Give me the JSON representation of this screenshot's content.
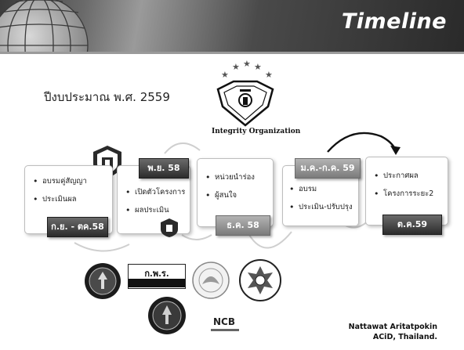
{
  "header": {
    "title": "Timeline"
  },
  "budget_year": "ปีงบประมาณ พ.ศ. 2559",
  "integrity_logo": {
    "caption": "Integrity   Organization"
  },
  "cards": [
    {
      "items": [
        "อบรมคู่สัญญา",
        "ประเมินผล"
      ],
      "tag": "ก.ย. - ตค.58"
    },
    {
      "items": [
        "เปิดตัวโครงการ",
        "ผลประเมิน"
      ],
      "tag": "พ.ย. 58"
    },
    {
      "items": [
        "หน่วยนำร่อง",
        "ผู้สนใจ"
      ],
      "tag": "ธ.ค. 58"
    },
    {
      "items": [
        "อบรม",
        "ประเมิน-ปรับปรุง"
      ],
      "tag": "ม.ค.-ก.ค. 59"
    },
    {
      "items": [
        "ประกาศผล",
        "โครงการระยะ2"
      ],
      "tag": "ต.ค.59"
    }
  ],
  "partner_logos": {
    "kpr_label": "ก.พ.ร.",
    "ncb_label": "NCB"
  },
  "credit": {
    "line1": "Nattawat Aritatpokin",
    "line2": "ACiD, Thailand."
  },
  "colors": {
    "tag_dark": "#3a3a3a",
    "tag_light": "#8f8f8f",
    "header": "#4a4a4a"
  }
}
